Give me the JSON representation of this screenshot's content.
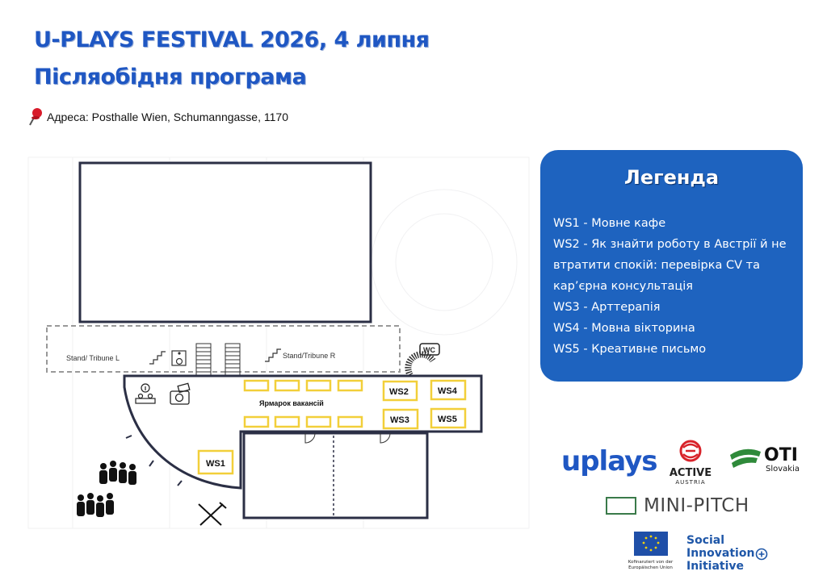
{
  "header": {
    "title_line1": "U-PLAYS FESTIVAL 2026, 4 липня",
    "title_line2": "Післяобідня програма",
    "address": "Адреса: Posthalle Wien, Schumanngasse, 1170"
  },
  "map": {
    "tribune_left": "Stand/ Tribune L",
    "tribune_right": "Stand/Tribune R",
    "wc": "WC",
    "job_fair": "Ярмарок вакансій",
    "ws1": "WS1",
    "ws2": "WS2",
    "ws3": "WS3",
    "ws4": "WS4",
    "ws5": "WS5",
    "icons": [
      "map-pin-icon",
      "wheelchair-icon",
      "stairs-icon",
      "info-desk-icon",
      "photo-booth-icon",
      "crowd-icon",
      "cutlery-icon"
    ]
  },
  "legend": {
    "title": "Легенда",
    "items": [
      "WS1 - Мовне кафе",
      "WS2 - Як знайти роботу в Австрії й не втратити спокій: перевірка CV та кар’єрна консультація",
      "WS3 - Арттерапія",
      "WS4 - Мовна вікторина",
      "WS5 - Креативне письмо"
    ]
  },
  "logos": {
    "uplays": "uplays",
    "active_name": "ACTIVE",
    "active_sub": "AUSTRIA",
    "oti_name": "OTI",
    "oti_sub": "Slovakia",
    "minipitch": "MINI-PITCH",
    "eu_caption_1": "Kofinanziert von der",
    "eu_caption_2": "Europäischen Union",
    "sii_1": "Social",
    "sii_2": "Innovation",
    "sii_3": "Initiative"
  },
  "colors": {
    "title_blue": "#1f57c3",
    "legend_bg": "#1e63bf",
    "ws_box": "#f2cf3a",
    "walls": "#2b2f45"
  }
}
